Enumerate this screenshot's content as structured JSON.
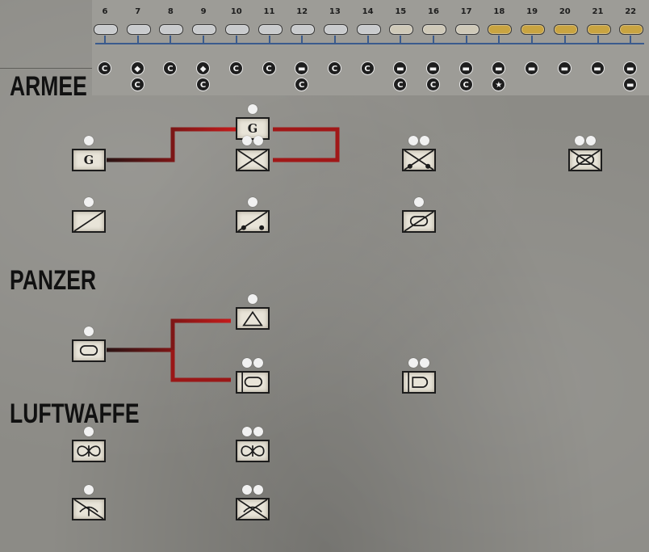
{
  "sections": {
    "armee": "ARMEE",
    "panzer": "PANZER",
    "luftwaffe": "LUFTWAFFE"
  },
  "ranks": [
    {
      "num": "6",
      "insignia": "silver",
      "badges": [
        "C"
      ]
    },
    {
      "num": "7",
      "insignia": "silver",
      "badges": [
        "diamond",
        "C"
      ]
    },
    {
      "num": "8",
      "insignia": "silver",
      "badges": [
        "C"
      ]
    },
    {
      "num": "9",
      "insignia": "silver",
      "badges": [
        "diamond",
        "C"
      ]
    },
    {
      "num": "10",
      "insignia": "silver",
      "badges": [
        "C"
      ]
    },
    {
      "num": "11",
      "insignia": "silver",
      "badges": [
        "C"
      ]
    },
    {
      "num": "12",
      "insignia": "silver",
      "badges": [
        "case",
        "C"
      ]
    },
    {
      "num": "13",
      "insignia": "silver",
      "badges": [
        "C"
      ]
    },
    {
      "num": "14",
      "insignia": "silver",
      "badges": [
        "C"
      ]
    },
    {
      "num": "15",
      "insignia": "braided",
      "badges": [
        "case",
        "C"
      ]
    },
    {
      "num": "16",
      "insignia": "braided",
      "badges": [
        "case",
        "C"
      ]
    },
    {
      "num": "17",
      "insignia": "braided",
      "badges": [
        "case",
        "C"
      ]
    },
    {
      "num": "18",
      "insignia": "gold",
      "badges": [
        "case",
        "star"
      ]
    },
    {
      "num": "19",
      "insignia": "gold",
      "badges": [
        "case"
      ]
    },
    {
      "num": "20",
      "insignia": "gold",
      "badges": [
        "case"
      ]
    },
    {
      "num": "21",
      "insignia": "gold",
      "badges": [
        "case"
      ]
    },
    {
      "num": "22",
      "insignia": "gold",
      "badges": [
        "case",
        "case"
      ]
    }
  ],
  "badge_glyphs": {
    "C": "C",
    "diamond": "◆",
    "case": "▬",
    "star": "★"
  },
  "unit_labels": {
    "g": "G"
  },
  "units": [
    {
      "id": "armee-g-hq",
      "symbol": "infantry-hq-g",
      "pips": 1
    },
    {
      "id": "armee-g-hq-2",
      "symbol": "infantry-hq-g",
      "pips": 1
    },
    {
      "id": "armee-infantry",
      "symbol": "infantry",
      "pips": 2
    },
    {
      "id": "armee-infantry-motorized",
      "symbol": "infantry-motorized",
      "pips": 2
    },
    {
      "id": "armee-armored-infantry",
      "symbol": "armored-infantry",
      "pips": 2
    },
    {
      "id": "armee-recon",
      "symbol": "recon",
      "pips": 1
    },
    {
      "id": "armee-recon-motorized",
      "symbol": "recon-motorized",
      "pips": 1
    },
    {
      "id": "armee-armored-recon",
      "symbol": "armored-recon",
      "pips": 1
    },
    {
      "id": "panzer-tank",
      "symbol": "armor",
      "pips": 1
    },
    {
      "id": "panzer-assault-gun",
      "symbol": "armor-artillery",
      "pips": 1
    },
    {
      "id": "panzer-heavy-tank",
      "symbol": "heavy-armor",
      "pips": 2
    },
    {
      "id": "panzer-tank-destroyer",
      "symbol": "tank-destroyer",
      "pips": 2
    },
    {
      "id": "luftwaffe-fighter",
      "symbol": "aircraft",
      "pips": 1
    },
    {
      "id": "luftwaffe-fighter-2",
      "symbol": "aircraft",
      "pips": 2
    },
    {
      "id": "luftwaffe-paratrooper",
      "symbol": "airborne",
      "pips": 1
    },
    {
      "id": "luftwaffe-paratrooper-2",
      "symbol": "airborne-infantry",
      "pips": 2
    }
  ],
  "colors": {
    "line_red": "#b01818",
    "line_dark": "#2a1414",
    "rank_line": "#3b5b8d",
    "silver": "#c9cbcd",
    "braided": "#cfc9b8",
    "gold": "#c9a441"
  }
}
